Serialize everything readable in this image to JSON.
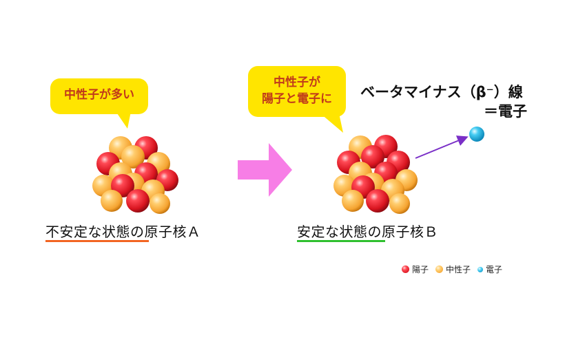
{
  "bubble_left": {
    "text": "中性子が多い"
  },
  "bubble_right": {
    "line1": "中性子が",
    "line2": "陽子と電子に"
  },
  "caption_left": "不安定な状態の原子核Ａ",
  "caption_right": "安定な状態の原子核Ｂ",
  "beta": {
    "line1": "ベータマイナス（β⁻）線",
    "line2": "＝電子"
  },
  "legend": [
    {
      "label": "陽子",
      "color": "#e8212c"
    },
    {
      "label": "中性子",
      "color": "#f7b24a"
    },
    {
      "label": "電子",
      "color": "#1fb6e8"
    }
  ],
  "colors": {
    "bubble": "#ffe500",
    "proton": "#e8212c",
    "neutron": "#f7b24a",
    "electron": "#1fb6e8",
    "arrow": "#f77ee6",
    "underline_left": "#f26522",
    "underline_right": "#2fc02f",
    "emission_arrow": "#7a2fc7"
  }
}
